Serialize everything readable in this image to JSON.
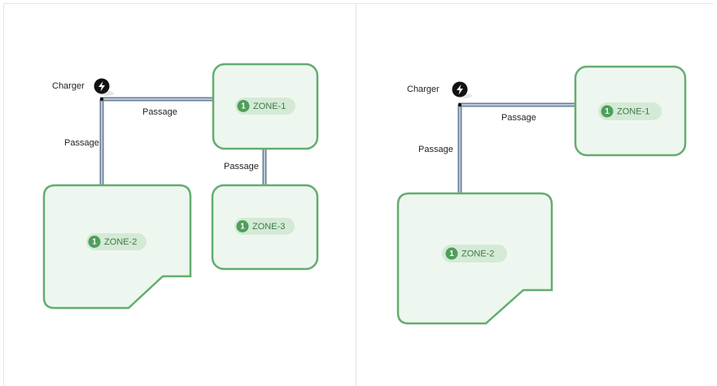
{
  "maps": [
    {
      "charger_label": "Charger",
      "passages": [
        "Passage",
        "Passage",
        "Passage"
      ],
      "zones": [
        {
          "badge": "1",
          "name": "ZONE-1"
        },
        {
          "badge": "1",
          "name": "ZONE-2"
        },
        {
          "badge": "1",
          "name": "ZONE-3"
        }
      ]
    },
    {
      "charger_label": "Charger",
      "passages": [
        "Passage",
        "Passage"
      ],
      "zones": [
        {
          "badge": "1",
          "name": "ZONE-1"
        },
        {
          "badge": "1",
          "name": "ZONE-2"
        }
      ]
    }
  ],
  "colors": {
    "zone_fill": "#eef7ef",
    "zone_stroke": "#63ad6f",
    "badge": "#4f9e5b",
    "passage": "#6b7e95"
  },
  "icons": {
    "charger": "charger-bolt-icon"
  }
}
